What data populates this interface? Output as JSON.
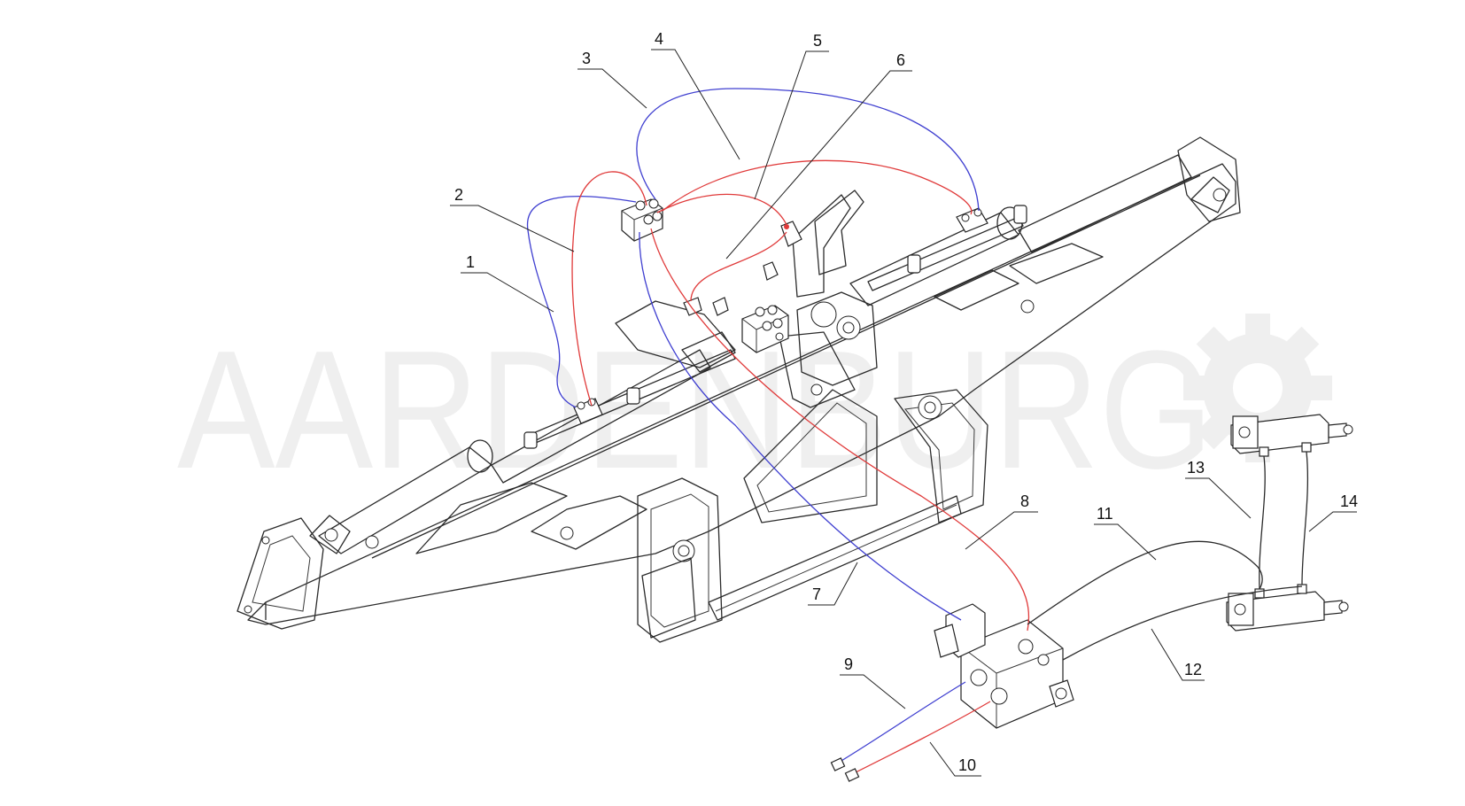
{
  "watermark": {
    "text": "AARDENBURG",
    "color": "#efefef",
    "icon": "gear-icon"
  },
  "colors": {
    "line_art": "#2b2b2b",
    "hose_blue": "#3f3fd0",
    "hose_red": "#e03a3a"
  },
  "callouts": [
    {
      "id": "1",
      "label": "1"
    },
    {
      "id": "2",
      "label": "2"
    },
    {
      "id": "3",
      "label": "3"
    },
    {
      "id": "4",
      "label": "4"
    },
    {
      "id": "5",
      "label": "5"
    },
    {
      "id": "6",
      "label": "6"
    },
    {
      "id": "7",
      "label": "7"
    },
    {
      "id": "8",
      "label": "8"
    },
    {
      "id": "9",
      "label": "9"
    },
    {
      "id": "10",
      "label": "10"
    },
    {
      "id": "11",
      "label": "11"
    },
    {
      "id": "12",
      "label": "12"
    },
    {
      "id": "13",
      "label": "13"
    },
    {
      "id": "14",
      "label": "14"
    }
  ]
}
